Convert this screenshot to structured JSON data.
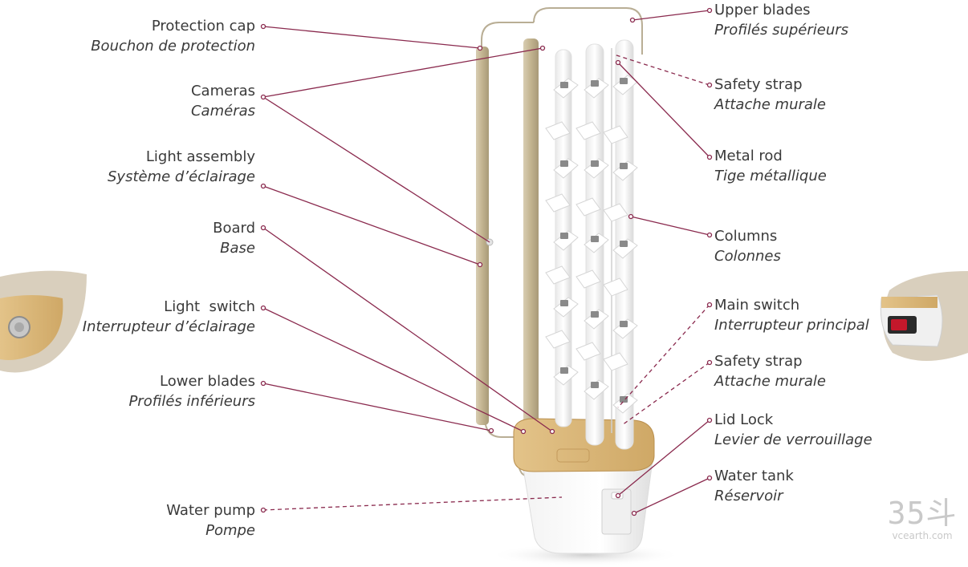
{
  "colors": {
    "leader": "#8a2a4e",
    "label_text": "#3a3a3a",
    "wood": "#d9b77a",
    "blade": "#c8bb9c",
    "tower": "#ffffff"
  },
  "callouts": {
    "protection_cap": {
      "en": "Protection cap",
      "fr": "Bouchon de protection"
    },
    "cameras": {
      "en": "Cameras",
      "fr": "Caméras"
    },
    "light_assembly": {
      "en": "Light assembly",
      "fr": "Système d’éclairage"
    },
    "board": {
      "en": "Board",
      "fr": "Base"
    },
    "light_switch": {
      "en": "Light  switch",
      "fr": "Interrupteur d’éclairage"
    },
    "lower_blades": {
      "en": "Lower blades",
      "fr": "Profilés inférieurs"
    },
    "water_pump": {
      "en": "Water pump",
      "fr": "Pompe"
    },
    "upper_blades": {
      "en": "Upper blades",
      "fr": "Profilés supérieurs"
    },
    "safety_strap_top": {
      "en": "Safety strap",
      "fr": "Attache murale"
    },
    "metal_rod": {
      "en": "Metal rod",
      "fr": "Tige métallique"
    },
    "columns": {
      "en": "Columns",
      "fr": "Colonnes"
    },
    "main_switch": {
      "en": "Main switch",
      "fr": "Interrupteur principal"
    },
    "safety_strap_bottom": {
      "en": "Safety strap",
      "fr": "Attache murale"
    },
    "lid_lock": {
      "en": "Lid Lock",
      "fr": "Levier de verrouillage"
    },
    "water_tank": {
      "en": "Water tank",
      "fr": "Réservoir"
    }
  },
  "watermark": {
    "big": "35斗",
    "small": "vcearth.com"
  }
}
